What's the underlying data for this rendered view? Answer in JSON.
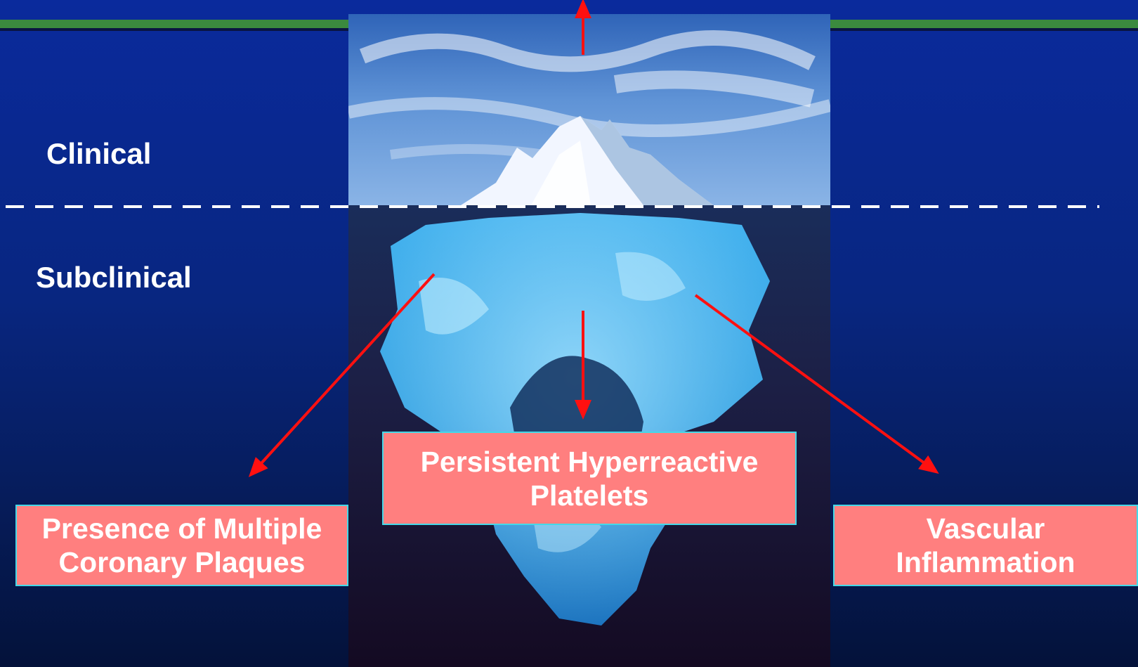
{
  "slide": {
    "stages": {
      "above": "Clinical",
      "below": "Subclinical"
    },
    "factors": [
      {
        "id": "plaques",
        "text": "Presence of Multiple\nCoronary Plaques"
      },
      {
        "id": "platelets",
        "text": "Persistent Hyperreactive\nPlatelets"
      },
      {
        "id": "inflammation",
        "text": "Vascular\nInflammation"
      }
    ],
    "image": {
      "subject": "iceberg-photo"
    },
    "colors": {
      "background_top": "#0a2a9c",
      "background_bottom": "#04123a",
      "accent_rule": "#3b8a3e",
      "box_fill": "#ff7f7f",
      "box_border": "#44d8e8",
      "arrow": "#ff1010",
      "waterline": "#ffffff"
    }
  }
}
